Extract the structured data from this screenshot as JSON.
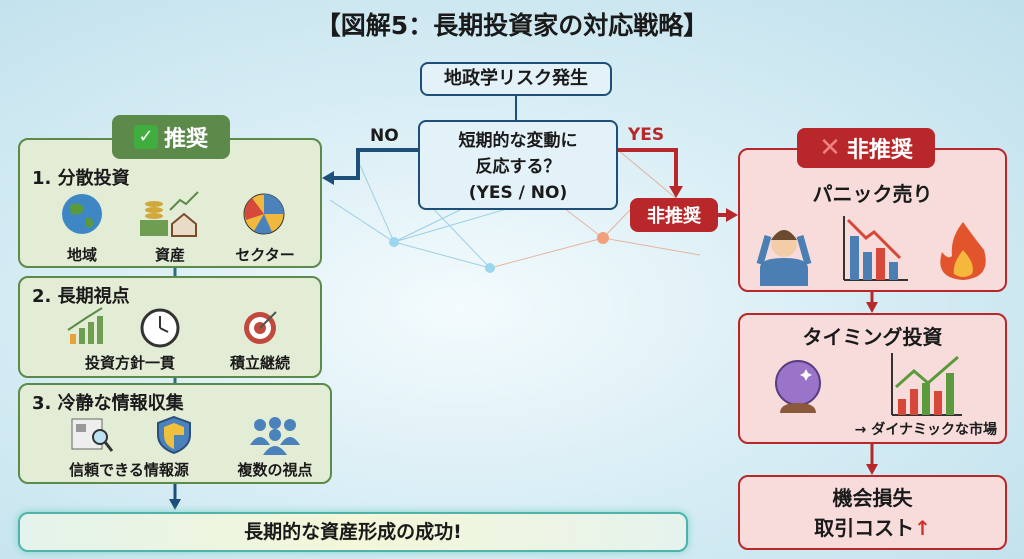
{
  "title": "【図解5：長期投資家の対応戦略】",
  "trigger": "地政学リスク発生",
  "question": {
    "line1": "短期的な変動に",
    "line2": "反応する？",
    "line3": "(YES / NO)"
  },
  "no_label": "NO",
  "yes_label": "YES",
  "not_recommended_small": "非推奨",
  "recommended": {
    "badge": "推奨",
    "sections": [
      {
        "heading": "1. 分散投資",
        "items": [
          "地域",
          "資産",
          "セクター"
        ]
      },
      {
        "heading": "2. 長期視点",
        "items": [
          "投資方針一貫",
          "積立継続"
        ]
      },
      {
        "heading": "3. 冷静な情報収集",
        "items": [
          "信頼できる情報源",
          "複数の視点"
        ]
      }
    ]
  },
  "result_success": "長期的な資産形成の成功!",
  "not_recommended": {
    "badge": "非推奨",
    "panic": "パニック売り",
    "timing": "タイミング投資",
    "timing_note": "→ ダイナミックな市場",
    "loss_line1": "機会損失",
    "loss_line2": "取引コスト",
    "up_arrow": "↑"
  },
  "colors": {
    "green": "#5b8a4a",
    "red": "#b8282a",
    "blue": "#1d4f78"
  }
}
